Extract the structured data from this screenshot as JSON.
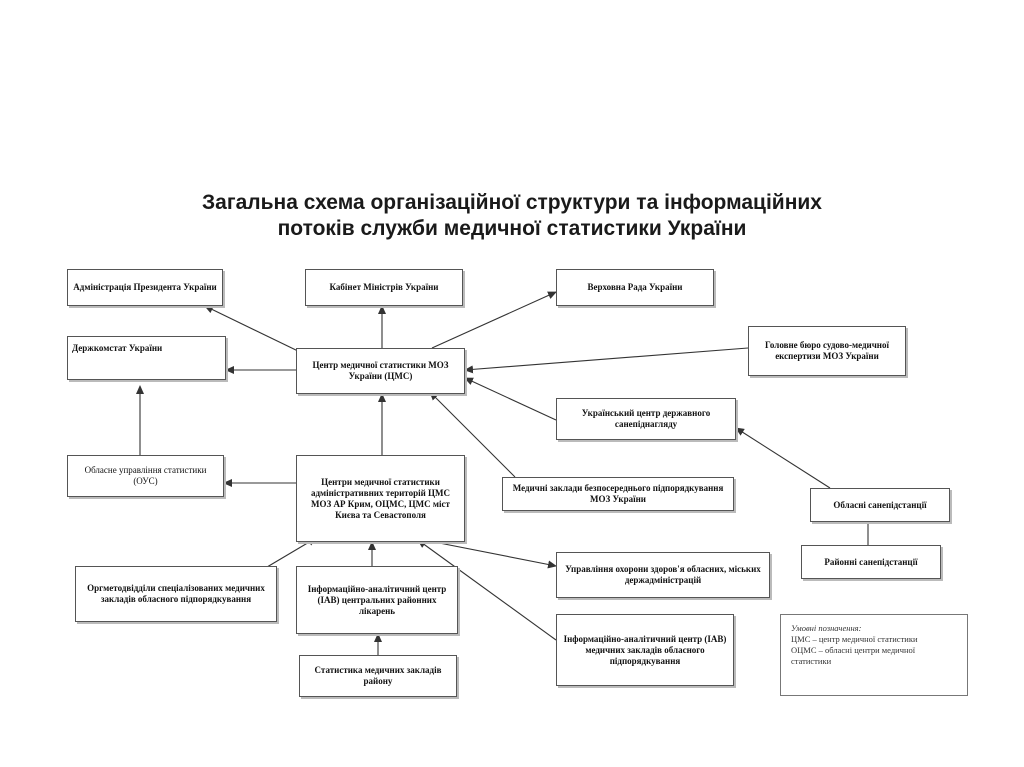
{
  "title": {
    "line1": "Загальна схема організаційної структури та інформаційних",
    "line2": "потоків служби медичної статистики України"
  },
  "nodes": {
    "admin_president": "Адміністрація Президента України",
    "cabinet": "Кабінет Міністрів України",
    "verkhovna_rada": "Верховна Рада України",
    "derzhkomstat": "Держкомстат України",
    "cms_moz": "Центр медичної статистики МОЗ України (ЦМС)",
    "forensic_bureau": "Головне бюро судово-медичної експертизи МОЗ України",
    "sanepid_center": "Український центр державного санепіднагляду",
    "oblast_stat": "Обласне управління статистики (ОУС)",
    "regional_cms": "Центри медичної статистики адміністративних територій ЦМС МОЗ АР Крим, ОЦМС, ЦМС міст Києва та Севастополя",
    "direct_subordination": "Медичні заклади безпосереднього підпорядкування МОЗ України",
    "oblast_sanepid": "Обласні санепідстанції",
    "district_sanepid": "Районні санепідстанції",
    "specialized_depts": "Оргметодвідділи спеціалізованих медичних закладів обласного підпорядкування",
    "iac_central_hospitals": "Інформаційно-аналітичний центр (ІАВ) центральних районних лікарень",
    "health_departments": "Управління охорони здоров'я обласних, міських держадміністрацій",
    "iac_oblast": "Інформаційно-аналітичний центр (ІАВ) медичних закладів обласного підпорядкування",
    "district_statistics": "Статистика медичних закладів району"
  },
  "legend": {
    "heading": "Умовні позначення:",
    "line1": "ЦМС – центр медичної статистики",
    "line2": "ОЦМС – обласні центри медичної статистики"
  }
}
